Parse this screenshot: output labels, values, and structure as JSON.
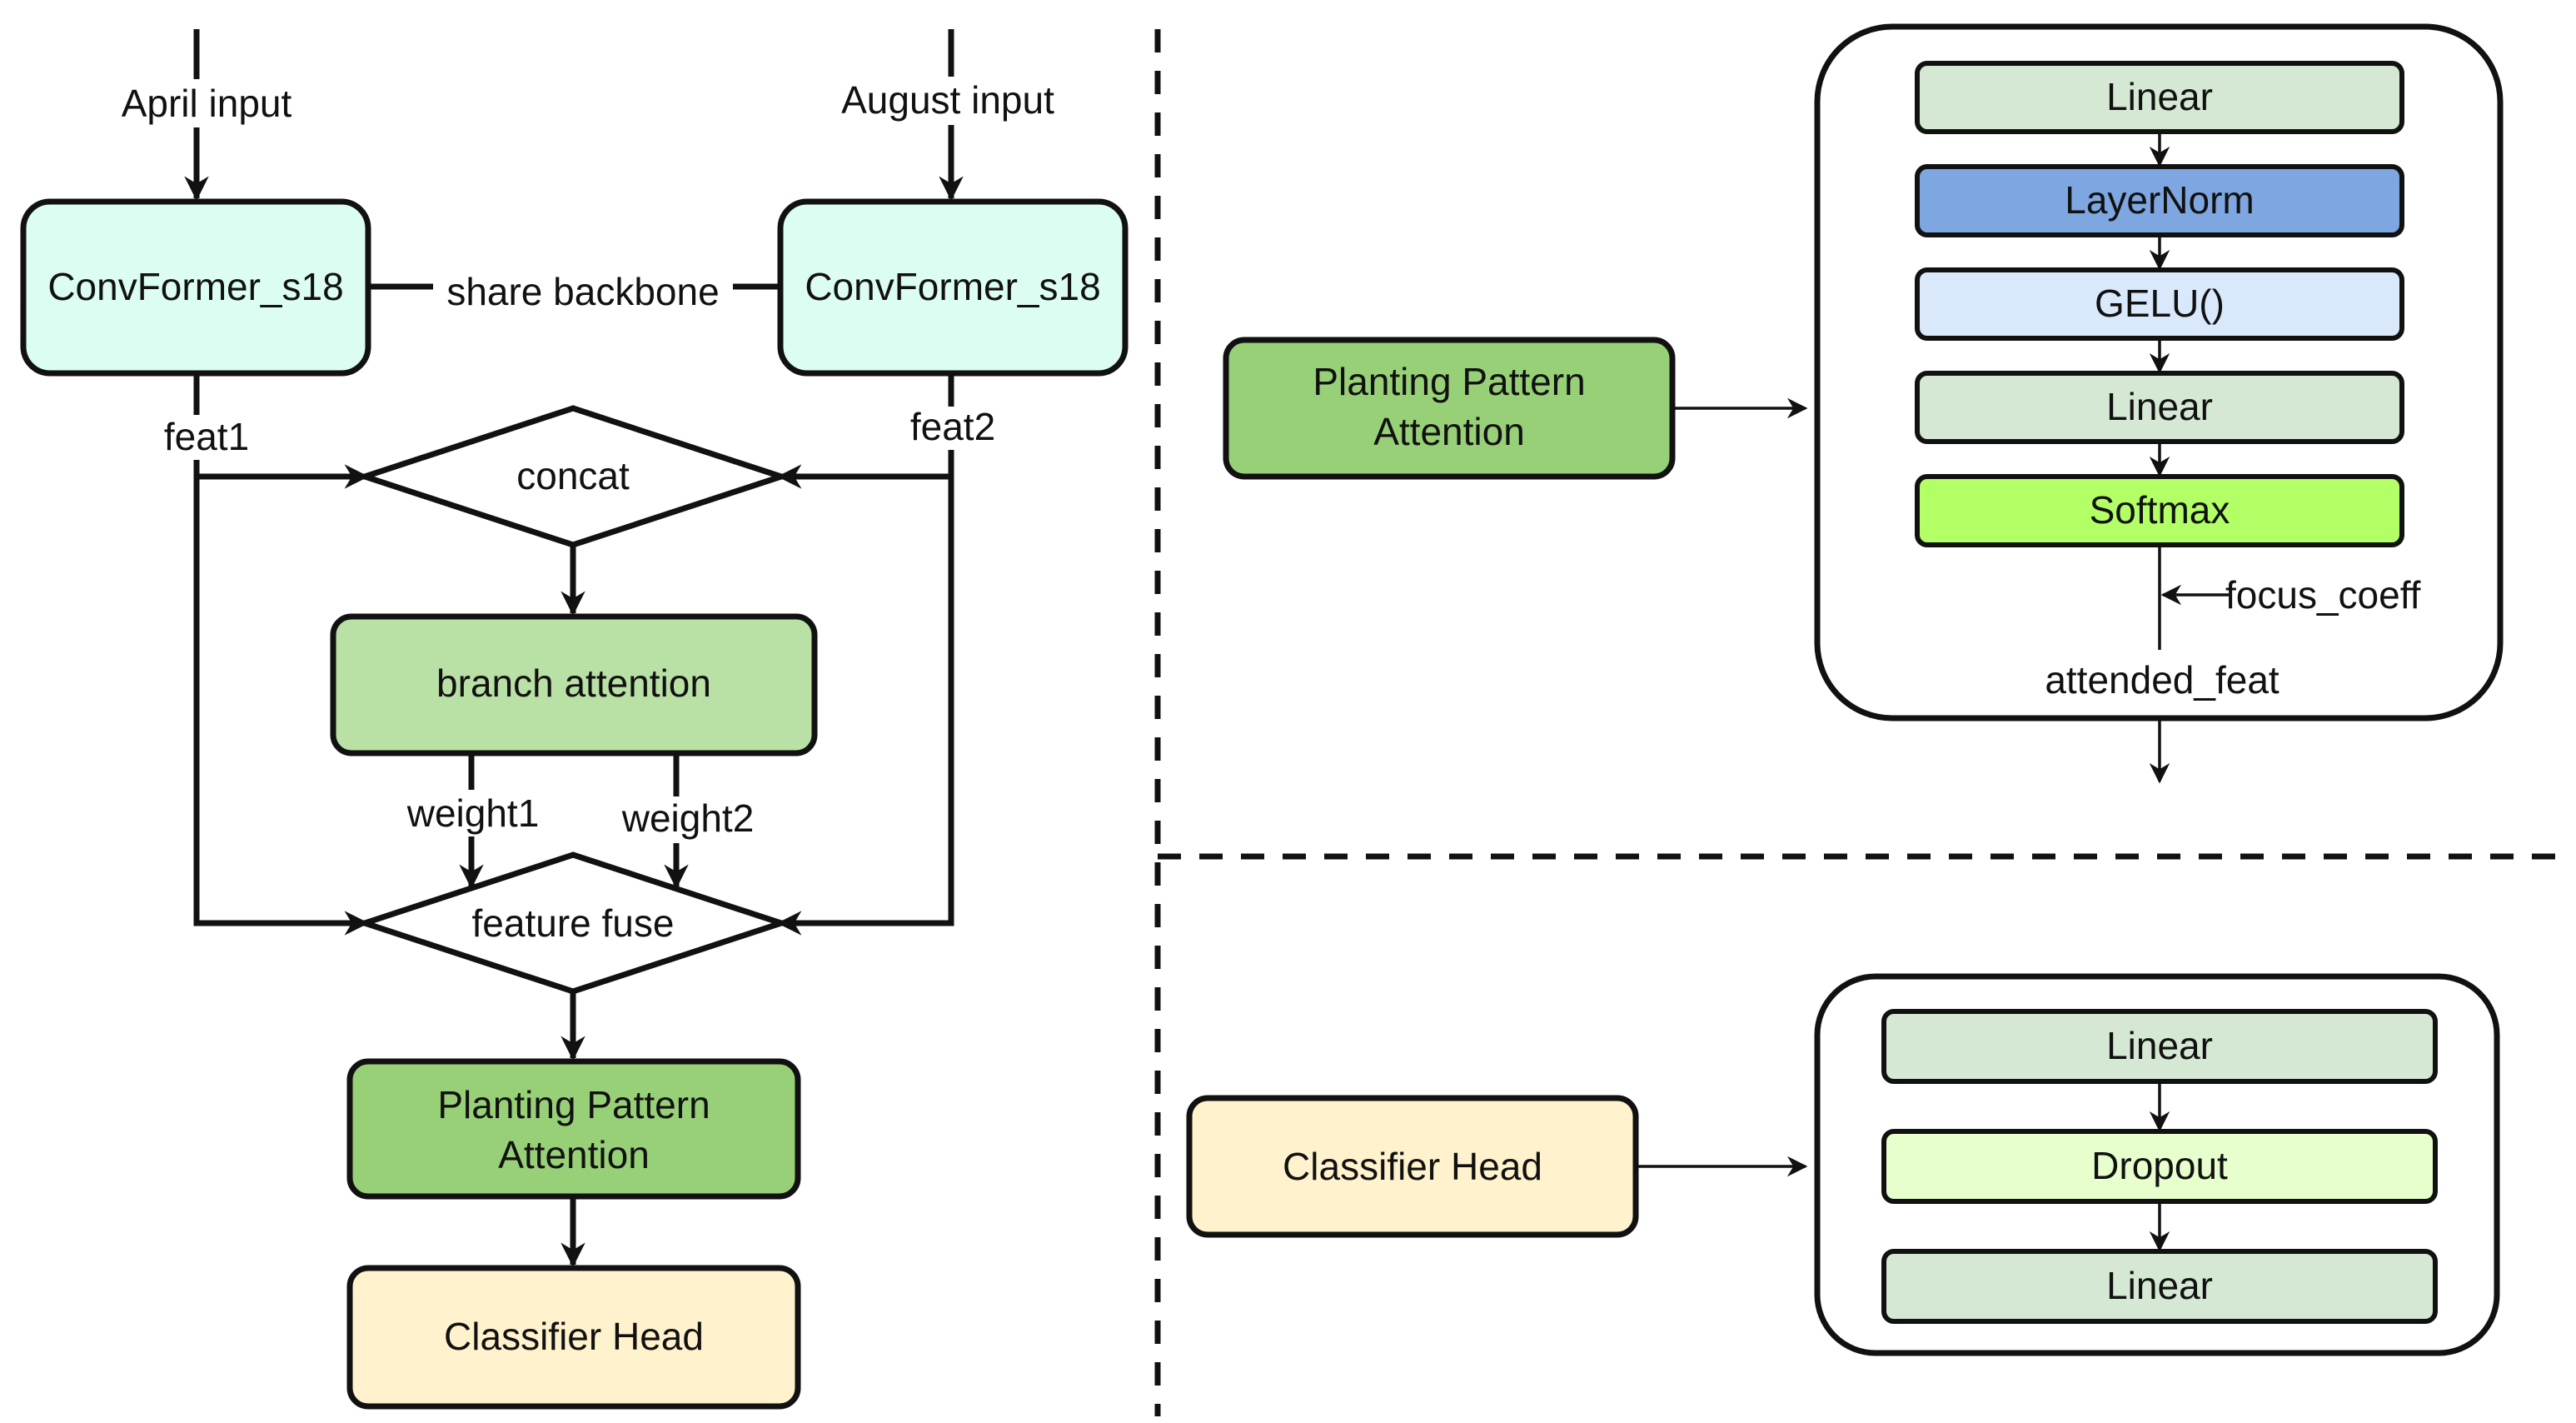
{
  "left": {
    "inputs": {
      "april": "April input",
      "august": "August input"
    },
    "backbone": {
      "left": "ConvFormer_s18",
      "right": "ConvFormer_s18",
      "share": "share backbone"
    },
    "features": {
      "feat1": "feat1",
      "feat2": "feat2"
    },
    "concat": "concat",
    "branch_attention": "branch attention",
    "weights": {
      "w1": "weight1",
      "w2": "weight2"
    },
    "feature_fuse": "feature fuse",
    "planting_pattern": {
      "line1": "Planting Pattern",
      "line2": "Attention"
    },
    "classifier": "Classifier Head"
  },
  "top_right": {
    "planting_pattern": {
      "line1": "Planting Pattern",
      "line2": "Attention"
    },
    "layers": [
      "Linear",
      "LayerNorm",
      "GELU()",
      "Linear",
      "Softmax"
    ],
    "focus": "focus_coeff",
    "output": "attended_feat"
  },
  "bottom_right": {
    "classifier": "Classifier Head",
    "layers": [
      "Linear",
      "Dropout",
      "Linear"
    ]
  },
  "colors": {
    "backbone": "#dcfdf2",
    "branch_attention": "#b9e0a5",
    "planting_pattern": "#97d077",
    "classifier": "#fff2cc",
    "linear": "#d5e8d4",
    "layernorm": "#7ea6e0",
    "gelu": "#dae8fc",
    "softmax": "#b3ff66",
    "dropout": "#e6ffcc"
  }
}
